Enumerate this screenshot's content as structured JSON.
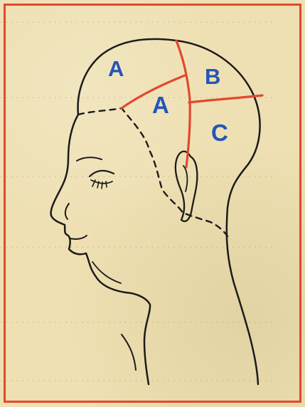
{
  "diagram": {
    "zone_labels": {
      "a_top": "A",
      "a_mid": "A",
      "b": "B",
      "c": "C"
    },
    "colors": {
      "border": "#e3482f",
      "section_lines": "#e3482f",
      "labels": "#2455b8",
      "outline": "#1b1b1b",
      "paper": "#eee0b2"
    }
  }
}
